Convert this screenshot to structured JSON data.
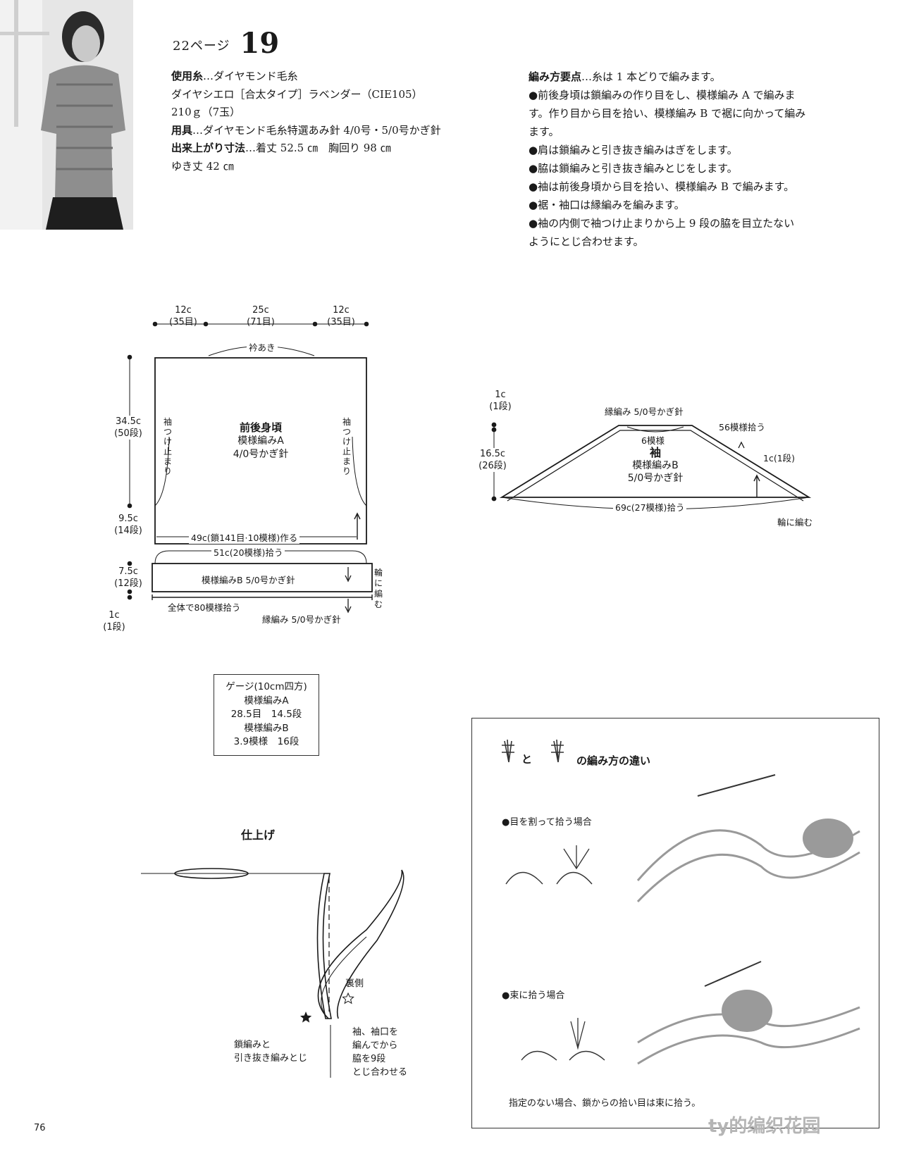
{
  "header": {
    "page_ref": "22ページ",
    "number": "19"
  },
  "materials": {
    "yarn_label": "使用糸",
    "yarn_value": "…ダイヤモンド毛糸",
    "yarn_detail": "ダイヤシエロ［合太タイプ］ラベンダー（CIE105）",
    "yarn_amount": "210ｇ（7玉）",
    "tools_label": "用具",
    "tools_value": "…ダイヤモンド毛糸特選あみ針 4/0号・5/0号かぎ針",
    "size_label": "出来上がり寸法",
    "size_value": "…着丈 52.5 ㎝　胸回り 98 ㎝",
    "size_extra": "ゆき丈 42 ㎝"
  },
  "instructions": {
    "label": "編み方要点",
    "intro": "…糸は 1 本どりで編みます。",
    "lines": [
      "●前後身頃は鎖編みの作り目をし、模様編み A で編みま",
      "す。作り目から目を拾い、模様編み B で裾に向かって編み",
      "ます。",
      "●肩は鎖編みと引き抜き編みはぎをします。",
      "●脇は鎖編みと引き抜き編みとじをします。",
      "●袖は前後身頃から目を拾い、模様編み B で編みます。",
      "●裾・袖口は縁編みを編みます。",
      "●袖の内側で袖つけ止まりから上 9 段の脇を目立たない",
      "ようにとじ合わせます。"
    ]
  },
  "body_diagram": {
    "top_dims": [
      {
        "cm": "12c",
        "st": "(35目)"
      },
      {
        "cm": "25c",
        "st": "(71目)"
      },
      {
        "cm": "12c",
        "st": "(35目)"
      }
    ],
    "neck": "衿あき",
    "left_dims": [
      {
        "cm": "34.5c",
        "st": "(50段)"
      },
      {
        "cm": "9.5c",
        "st": "(14段)"
      },
      {
        "cm": "7.5c",
        "st": "(12段)"
      },
      {
        "cm": "1c",
        "st": "(1段)"
      }
    ],
    "panel_title": "前後身頃",
    "panel_pattern": "模様編みA",
    "panel_hook": "4/0号かぎ針",
    "sleeve_stop_left": [
      "袖",
      "つ",
      "け",
      "止",
      "ま",
      "り"
    ],
    "sleeve_stop_right": [
      "袖",
      "つ",
      "け",
      "止",
      "ま",
      "り"
    ],
    "foundation": "49c(鎖141目·10模様)作る",
    "pickup": "51c(20模様)拾う",
    "band_pattern": "模様編みB 5/0号かぎ針",
    "total_pickup": "全体で80模様拾う",
    "edging": "縁編み 5/0号かぎ針",
    "round": [
      "輪",
      "に",
      "編",
      "む"
    ]
  },
  "sleeve_diagram": {
    "top_dim": {
      "cm": "1c",
      "st": "(1段)"
    },
    "side_dim": {
      "cm": "16.5c",
      "st": "(26段)"
    },
    "edging": "縁編み 5/0号かぎ針",
    "top_count": "6模様",
    "pickup_right": "56模様拾う",
    "right_row": "1c(1段)",
    "title": "袖",
    "pattern": "模様編みB",
    "hook": "5/0号かぎ針",
    "bottom": "69c(27模様)拾う",
    "round": "輪に編む"
  },
  "gauge": {
    "title": "ゲージ(10cm四方)",
    "a_label": "模様編みA",
    "a_value": "28.5目　14.5段",
    "b_label": "模様編みB",
    "b_value": "3.9模様　16段"
  },
  "finishing": {
    "title": "仕上げ",
    "back_side": "裏側",
    "seam_left": [
      "鎖編みと",
      "引き抜き編みとじ"
    ],
    "seam_right": [
      "袖、袖口を",
      "編んでから",
      "脇を9段",
      "とじ合わせる"
    ]
  },
  "technique_box": {
    "title_mid": "と",
    "title_end": "の編み方の違い",
    "case1": "●目を割って拾う場合",
    "case2": "●束に拾う場合",
    "note": "指定のない場合、鎖からの拾い目は束に拾う。"
  },
  "page_number": "76",
  "watermark": "ty的编织花园"
}
